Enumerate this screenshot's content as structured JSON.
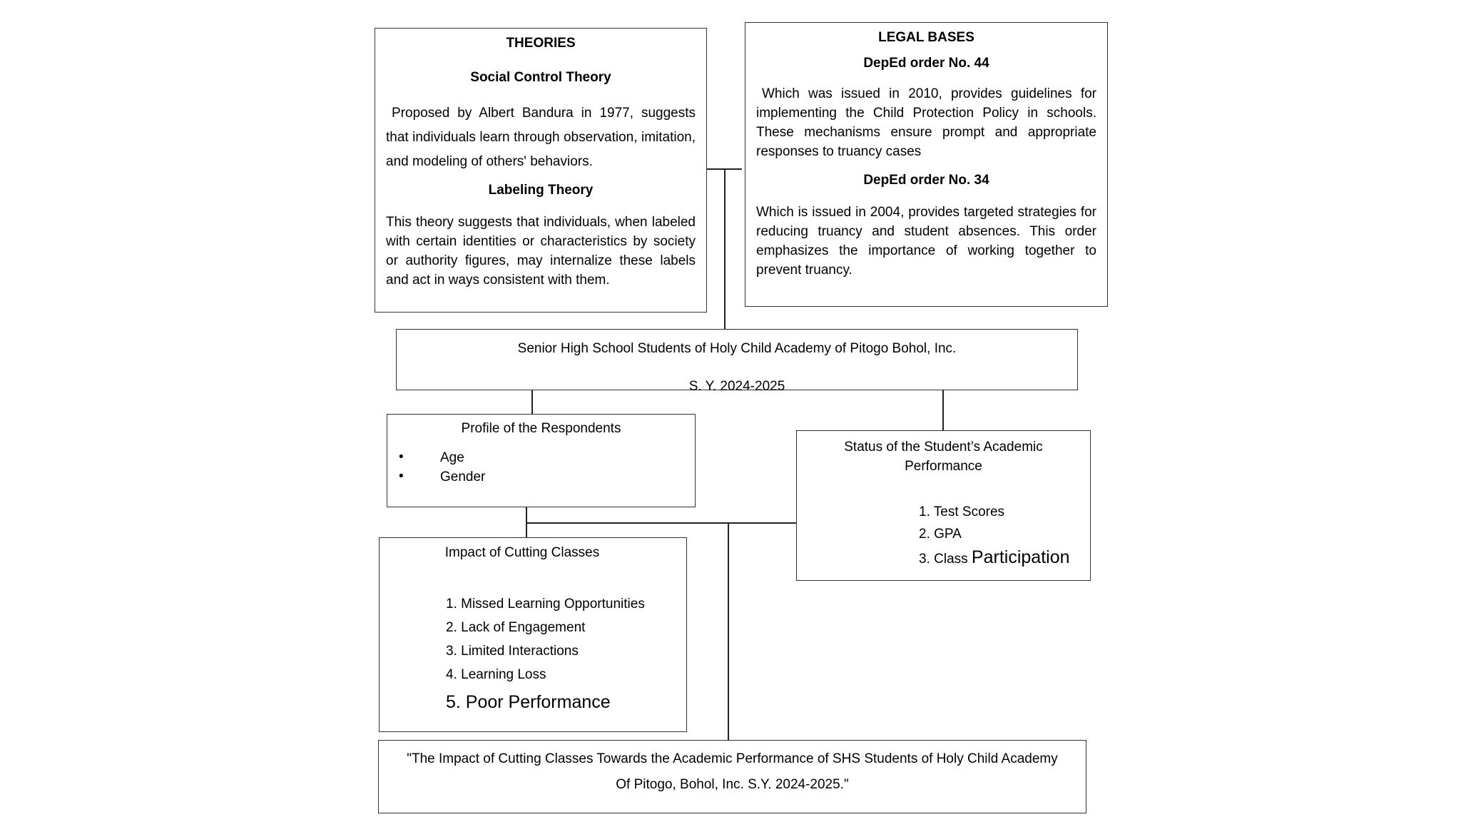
{
  "theories": {
    "heading": "THEORIES",
    "theory1_title": "Social Control Theory",
    "theory1_text": "Proposed by Albert Bandura in 1977, suggests that individuals learn through observation, imitation, and modeling of others' behaviors.",
    "theory2_title": "Labeling Theory",
    "theory2_text": "This theory suggests that individuals, when labeled with certain identities or characteristics by society or authority figures, may internalize these labels and act in ways consistent with them."
  },
  "legal": {
    "heading": "LEGAL BASES",
    "order1_title": "DepEd order No. 44",
    "order1_text": "Which was issued in 2010, provides guidelines for implementing the Child Protection Policy in schools. These mechanisms ensure prompt and appropriate responses to truancy cases",
    "order2_title": "DepEd order No. 34",
    "order2_text": "Which is issued in 2004, provides targeted strategies for reducing truancy and student absences. This order emphasizes the importance of working together to prevent truancy."
  },
  "population": {
    "line1": "Senior High School Students of Holy Child Academy of Pitogo Bohol, Inc.",
    "line2": "S. Y. 2024-2025"
  },
  "profile": {
    "title": "Profile of the Respondents",
    "items": [
      "Age",
      "Gender"
    ]
  },
  "status": {
    "title": "Status of the Student’s Academic Performance",
    "items": [
      "1. Test Scores",
      "2. GPA",
      "3. Class "
    ],
    "item3_large": "Participation"
  },
  "impact": {
    "title": "Impact of Cutting Classes",
    "items": [
      "1. Missed Learning Opportunities",
      "2. Lack of Engagement",
      "3. Limited Interactions",
      "4. Learning Loss"
    ],
    "item5": "5. Poor Performance"
  },
  "output": {
    "line1": "\"The Impact of Cutting Classes Towards the Academic Performance of SHS Students of Holy Child Academy",
    "line2": "Of Pitogo, Bohol, Inc. S.Y. 2024-2025.\""
  }
}
